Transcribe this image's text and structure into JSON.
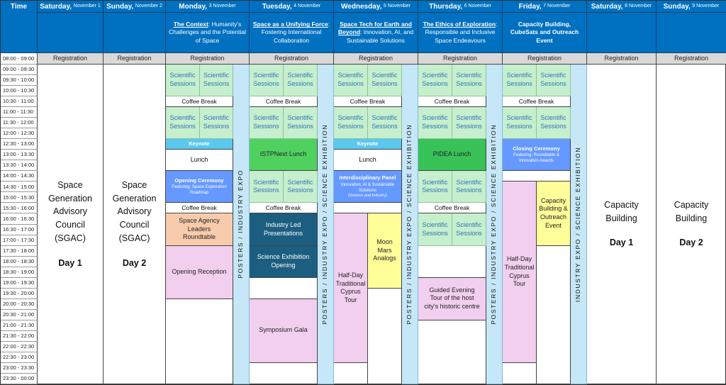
{
  "header": {
    "time": "Time"
  },
  "days": [
    {
      "name": "Saturday,",
      "date": "November 1"
    },
    {
      "name": "Sunday,",
      "date": "November 2"
    },
    {
      "name": "Monday,",
      "date": "3 November"
    },
    {
      "name": "Tuesday,",
      "date": "4 November"
    },
    {
      "name": "Wednesday,",
      "date": "5 November"
    },
    {
      "name": "Thursday,",
      "date": "6 November"
    },
    {
      "name": "Friday,",
      "date": "7 November"
    },
    {
      "name": "Saturday,",
      "date": "8 November"
    },
    {
      "name": "Sunday,",
      "date": "9 November"
    }
  ],
  "themes": {
    "mon": {
      "bold": "The Context",
      "rest": ": Humanity's Challenges and the Potential of Space"
    },
    "tue": {
      "bold": "Space as a Unifying Force",
      "rest": ": Fostering International Collaboration"
    },
    "wed": {
      "bold": "Space Tech for Earth and Beyond",
      "rest": ": Innovation, AI, and Sustainable Solutions"
    },
    "thu": {
      "bold": "The Ethics of Exploration",
      "rest": ": Responsible and Inclusive Space Endeavours"
    },
    "fri": {
      "title": "Capacity Building, CubeSats and Outreach Event"
    }
  },
  "registration": {
    "time": "08:00 - 09:00",
    "label": "Registration"
  },
  "times": [
    "09:00 - 09:30",
    "09:30 - 10:00",
    "10:00 - 10:30",
    "10:30 - 11:00",
    "11:00 - 11:30",
    "11:30 - 12:00",
    "12:00 - 12:30",
    "12:30 - 13:00",
    "13:00 - 13:30",
    "13:30 - 14:00",
    "14:00 - 14:30",
    "14:30 - 15:00",
    "15:00 - 15:30",
    "15:30 - 16:00",
    "16:00 - 16:30",
    "16:30 - 17:00",
    "17:00 - 17:30",
    "17:30 - 18:00",
    "18:00 - 18:30",
    "18:30 - 19:00",
    "19:00 - 19:30",
    "19:30 - 20:00",
    "20:00 - 20:30",
    "20:30 - 21:00",
    "21:00 - 21:30",
    "21:30 - 22:00",
    "22:00 - 22:30",
    "22:30 - 23:00",
    "23:00 - 23:30",
    "23:30 - 00:00"
  ],
  "labels": {
    "sci": "Scientific Sessions",
    "coffee": "Coffee Break",
    "keynote": "Keynote",
    "lunch": "Lunch",
    "sgac": "Space Generation Advisory Council (SGAC)",
    "day1": "Day 1",
    "day2": "Day 2",
    "cap": "Capacity Building"
  },
  "mon": {
    "opening_title": "Opening Ceremony",
    "opening_sub": "Featuring: Space Exploration Roadmap",
    "roundtable": "Space Agency Leaders Roundtable",
    "reception": "Opening Reception",
    "expo": "POSTERS / INDUSTRY EXPO"
  },
  "tue": {
    "istp": "ISTPNext Lunch",
    "industry": "Industry Led Presentations",
    "sciex": "Science Exhibition Opening",
    "gala": "Symposium Gala",
    "expo": "POSTERS / INDUSTRY EXPO / SCIENCE EXHIBITION"
  },
  "wed": {
    "panel_title": "Interdisciplinary Panel",
    "panel_sub": "Innovation, AI & Sustainable Solutions",
    "panel_sub2": "(Science and Industry)",
    "tour": "Half-Day Traditional Cyprus Tour",
    "moon": "Moon Mars Analogs",
    "expo": "POSTERS / INDUSTRY EXPO / SCIENCE EXHIBITION"
  },
  "thu": {
    "pidea": "PIDEA Lunch",
    "evening": "Guided Evening Tour of the host city's historic centre",
    "expo": "POSTERS / INDUSTRY EXPO / SCIENCE EXHIBITION"
  },
  "fri": {
    "closing_title": "Closing Ceremony",
    "closing_sub": "Featuring: Roundtable & Innovation Awards",
    "tour": "Half-Day Traditional Cyprus Tour",
    "cbo": "Capacity Building & Outreach Event",
    "expo": "INDUSTRY EXPO / SCIENCE EXHIBITION"
  }
}
